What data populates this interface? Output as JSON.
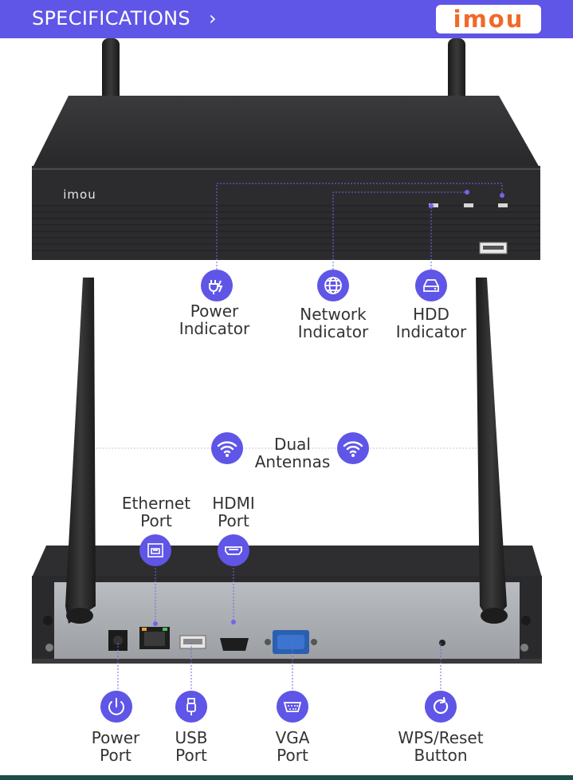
{
  "header": {
    "title": "SPECIFICATIONS",
    "chevron": "›",
    "logo": "imou"
  },
  "device": {
    "front_brand": "imou"
  },
  "colors": {
    "accent": "#5f55e6",
    "logo_orange": "#f2682a",
    "device_black": "#2b2b2d",
    "panel_silver": "#a9acb0"
  },
  "indicators": [
    {
      "name": "power-indicator",
      "label": "Power\nIndicator",
      "icon": "plug-icon"
    },
    {
      "name": "network-indicator",
      "label": "Network\nIndicator",
      "icon": "globe-icon"
    },
    {
      "name": "hdd-indicator",
      "label": "HDD\nIndicator",
      "icon": "hdd-icon"
    }
  ],
  "antennas": {
    "label": "Dual\nAntennas",
    "icon": "wifi-icon"
  },
  "top_ports": [
    {
      "name": "ethernet-port",
      "label": "Ethernet\nPort",
      "icon": "ethernet-icon"
    },
    {
      "name": "hdmi-port",
      "label": "HDMI\nPort",
      "icon": "hdmi-icon"
    }
  ],
  "bottom_ports": [
    {
      "name": "power-port",
      "label": "Power\nPort",
      "icon": "power-icon"
    },
    {
      "name": "usb-port",
      "label": "USB\nPort",
      "icon": "usb-icon"
    },
    {
      "name": "vga-port",
      "label": "VGA\nPort",
      "icon": "vga-icon"
    },
    {
      "name": "wps-reset-button",
      "label": "WPS/Reset\nButton",
      "icon": "reset-icon"
    }
  ]
}
